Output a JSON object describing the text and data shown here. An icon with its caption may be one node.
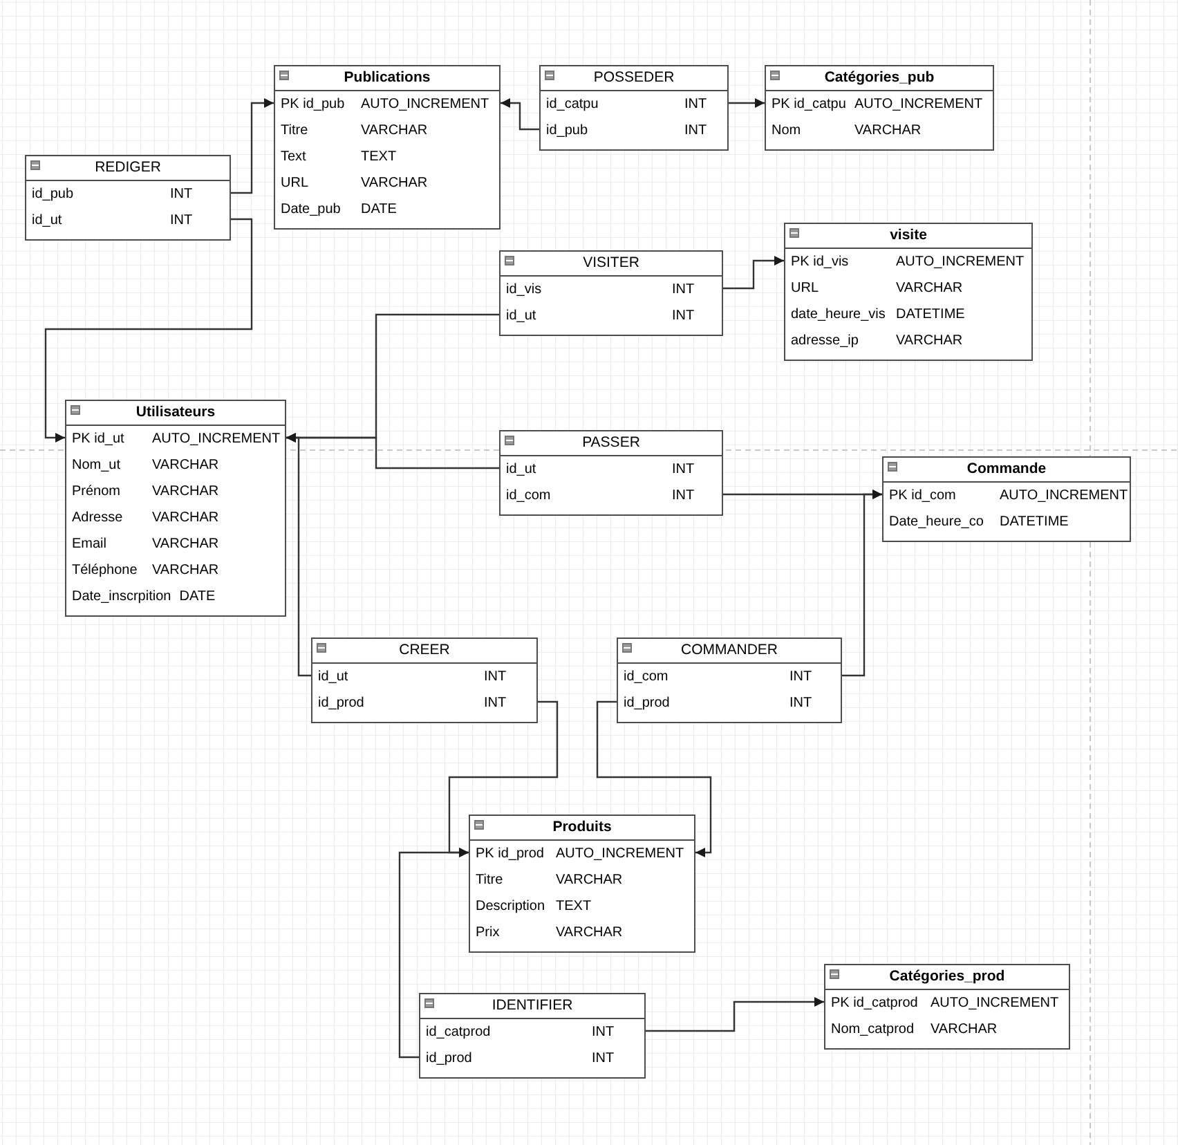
{
  "diagram": {
    "nodes": [
      {
        "text": [
          "Publications",
          "PK id_pub",
          "AUTO_INCREMENT",
          "Titre",
          "VARCHAR",
          "Text",
          "TEXT",
          "URL",
          "VARCHAR",
          "Date_pub",
          "DATE"
        ]
      },
      {
        "text": [
          "POSSEDER",
          "id_catpu",
          "INT",
          "id_pub",
          "INT"
        ]
      },
      {
        "text": [
          "Catégories_pub",
          "PK id_catpu",
          "AUTO_INCREMENT",
          "Nom",
          "VARCHAR"
        ]
      },
      {
        "text": [
          "REDIGER",
          "id_pub",
          "INT",
          "id_ut",
          "INT"
        ]
      },
      {
        "text": [
          "VISITER",
          "id_vis",
          "INT",
          "id_ut",
          "INT"
        ]
      },
      {
        "text": [
          "visite",
          "PK id_vis",
          "AUTO_INCREMENT",
          "URL",
          "VARCHAR",
          "date_heure_vis",
          "DATETIME",
          "adresse_ip",
          "VARCHAR"
        ]
      },
      {
        "text": [
          "Utilisateurs",
          "PK id_ut",
          "AUTO_INCREMENT",
          "Nom_ut",
          "VARCHAR",
          "Prénom",
          "VARCHAR",
          "Adresse",
          "VARCHAR",
          "Email",
          "VARCHAR",
          "Téléphone",
          "VARCHAR",
          "Date_inscrpition",
          "DATE"
        ]
      },
      {
        "text": [
          "PASSER",
          "id_ut",
          "INT",
          "id_com",
          "INT"
        ]
      },
      {
        "text": [
          "Commande",
          "PK id_com",
          "AUTO_INCREMENT",
          "Date_heure_co",
          "DATETIME"
        ]
      },
      {
        "text": [
          "CREER",
          "id_ut",
          "INT",
          "id_prod",
          "INT"
        ]
      },
      {
        "text": [
          "COMMANDER",
          "id_com",
          "INT",
          "id_prod",
          "INT"
        ]
      },
      {
        "text": [
          "Produits",
          "PK id_prod",
          "AUTO_INCREMENT",
          "Titre",
          "VARCHAR",
          "Description",
          "TEXT",
          "Prix",
          "VARCHAR"
        ]
      },
      {
        "text": [
          "Catégories_prod",
          "PK id_catprod",
          "AUTO_INCREMENT",
          "Nom_catprod",
          "VARCHAR"
        ]
      },
      {
        "text": [
          "IDENTIFIER",
          "id_catprod",
          "INT",
          "id_prod",
          "INT"
        ]
      }
    ],
    "edges": [
      {
        "from": 3,
        "to": 0,
        "arrow": "to"
      },
      {
        "from": 3,
        "to": 6,
        "arrow": "to"
      },
      {
        "from": 1,
        "to": 0,
        "arrow": "to"
      },
      {
        "from": 1,
        "to": 2,
        "arrow": "to"
      },
      {
        "from": 4,
        "to": 5,
        "arrow": "to"
      },
      {
        "from": 4,
        "to": 6,
        "arrow": "to"
      },
      {
        "from": 7,
        "to": 6,
        "arrow": "to"
      },
      {
        "from": 7,
        "to": 8,
        "arrow": "to"
      },
      {
        "from": 10,
        "to": 8,
        "arrow": "to"
      },
      {
        "from": 9,
        "to": 6,
        "arrow": "to"
      },
      {
        "from": 9,
        "to": 11,
        "arrow": "to"
      },
      {
        "from": 10,
        "to": 11,
        "arrow": "to"
      },
      {
        "from": 13,
        "to": 11,
        "arrow": "to"
      },
      {
        "from": 13,
        "to": 12,
        "arrow": "to"
      }
    ]
  }
}
